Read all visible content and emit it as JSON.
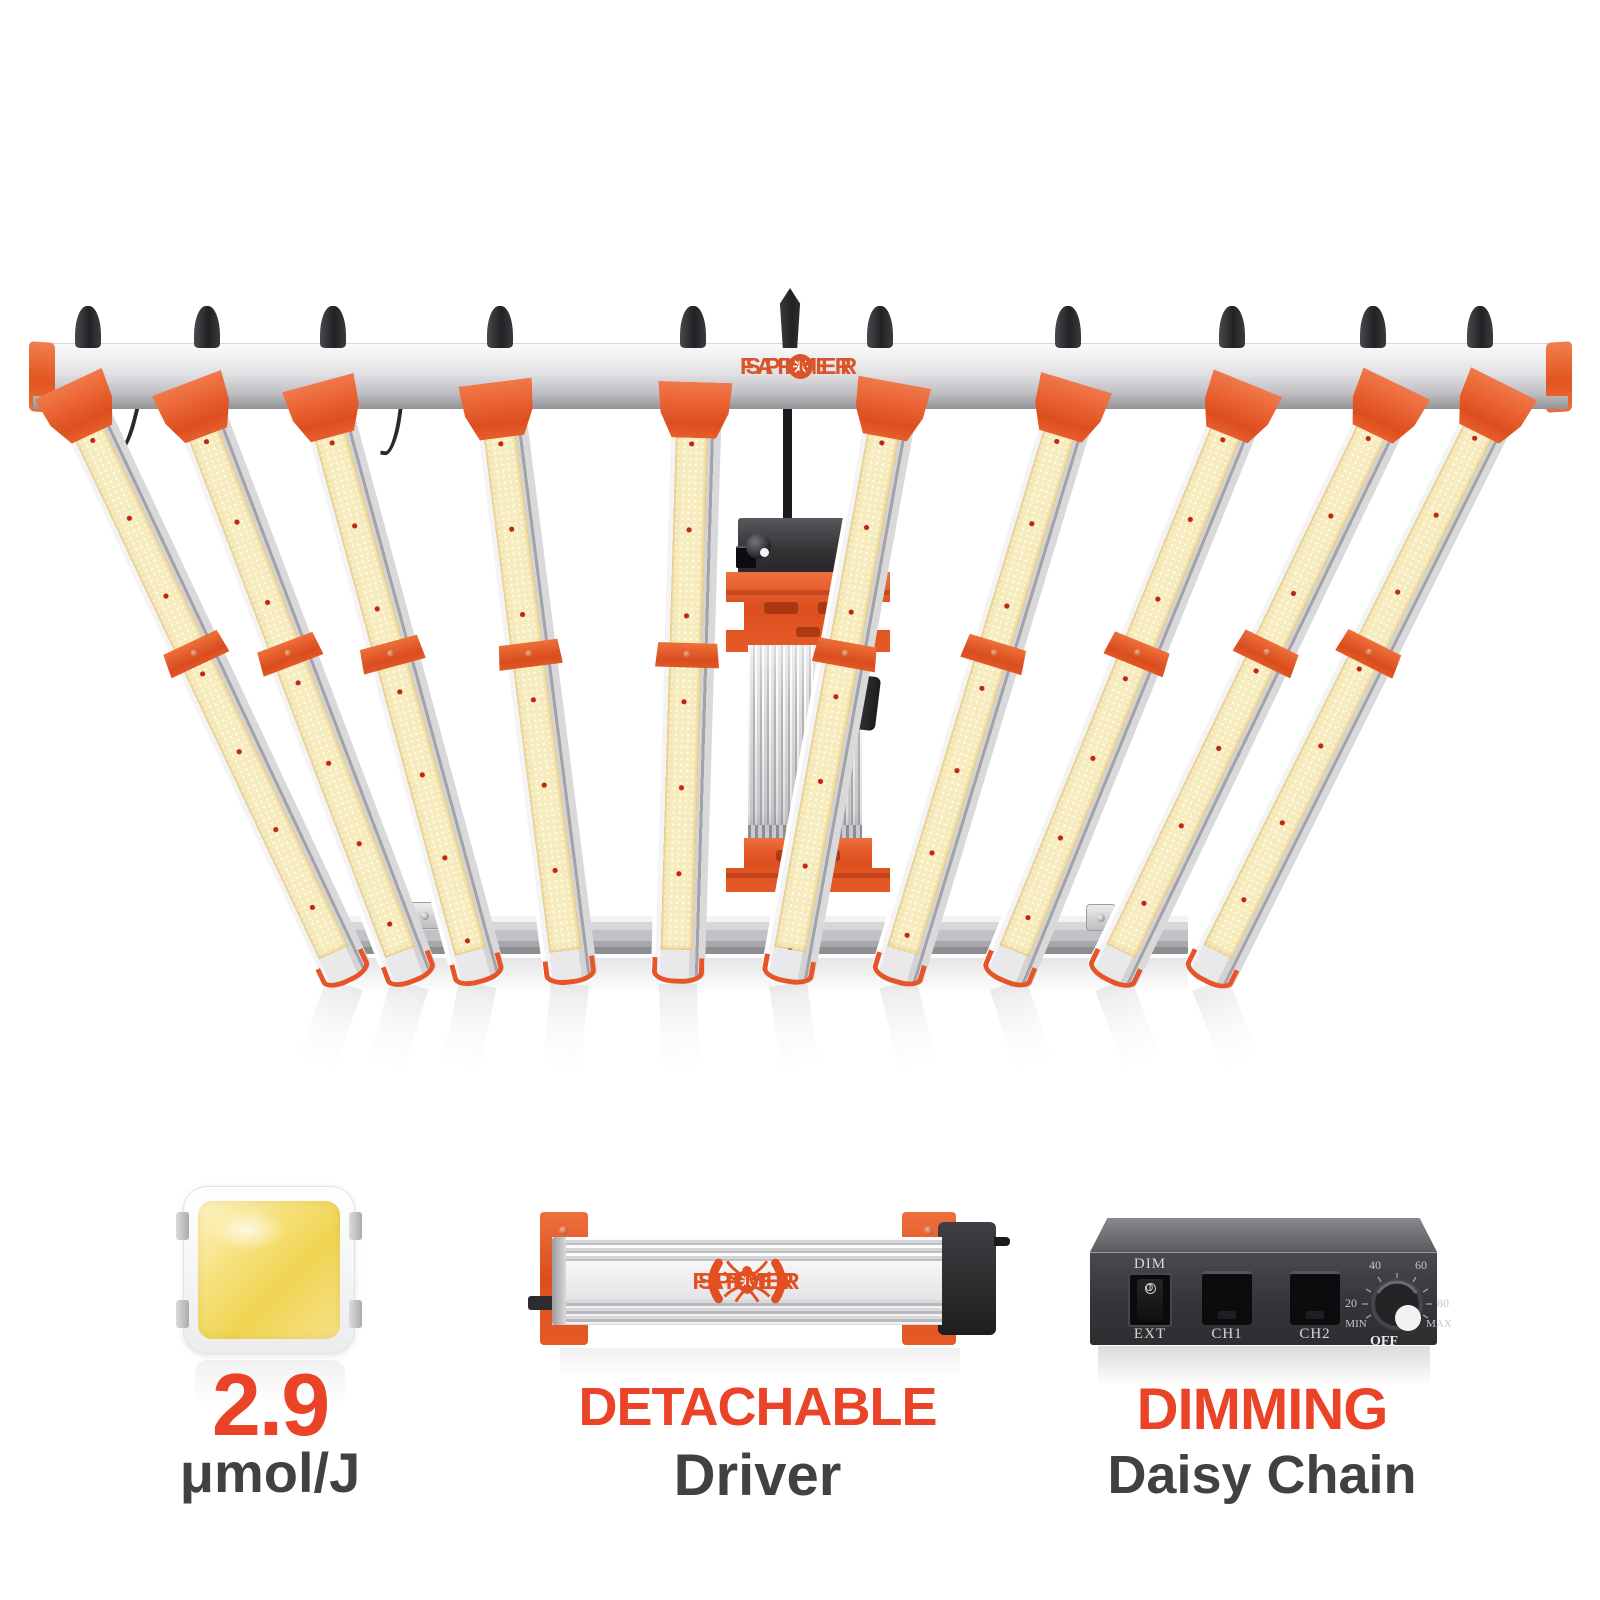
{
  "brand": {
    "left": "SPIDER",
    "right": "FARMER"
  },
  "fixture": {
    "crossbar_logo": {
      "left": "SPIDER",
      "right": "FARMER"
    },
    "control_panel": {
      "dim": "DIM",
      "ext": "EXT",
      "ch1": "CH1",
      "ch2": "CH2"
    }
  },
  "features": {
    "efficacy": {
      "value": "2.9",
      "unit": "μmol/J"
    },
    "driver": {
      "title": "DETACHABLE",
      "subtitle": "Driver",
      "logo_left": "SPIDER",
      "logo_right": "FARMER"
    },
    "dimming": {
      "title": "DIMMING",
      "subtitle": "Daisy Chain",
      "switch_label_top": "DIM",
      "switch_label_bottom": "EXT",
      "switch_on": "I",
      "switch_off": "O",
      "port1_label": "CH1",
      "port2_label": "CH2",
      "knob_scale": {
        "t20": "20",
        "t40": "40",
        "t60": "60",
        "t80": "80",
        "min": "MIN",
        "max": "MAX",
        "off": "OFF"
      }
    }
  },
  "colors": {
    "accent": "#EA4327",
    "brand_orange": "#D9542A",
    "clip_orange": "#E4551F",
    "dark_text": "#414144",
    "led_warm": "#F6ECBE",
    "red_diode": "#C02712"
  }
}
